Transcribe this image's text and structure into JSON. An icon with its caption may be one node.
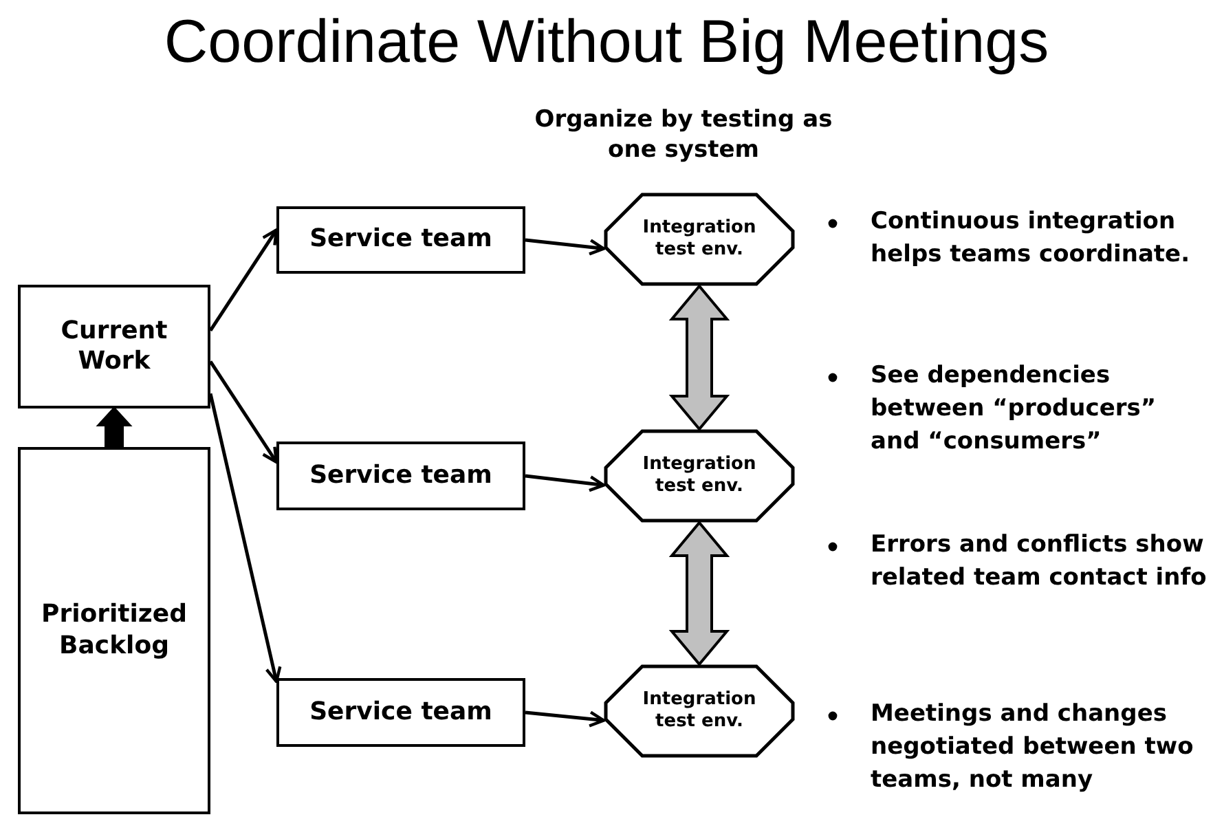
{
  "diagram": {
    "title": "Coordinate Without Big Meetings",
    "nodes": [
      {
        "text": [
          "Current Work"
        ]
      },
      {
        "text": [
          "Prioritized Backlog"
        ]
      },
      {
        "text": [
          "Service team"
        ]
      },
      {
        "text": [
          "Integration test env."
        ]
      },
      {
        "text": [
          "Service team"
        ]
      },
      {
        "text": [
          "Integration test env."
        ]
      },
      {
        "text": [
          "Service team"
        ]
      },
      {
        "text": [
          "Integration test env."
        ]
      }
    ],
    "edges": [
      {
        "from": 1,
        "to": 0,
        "arrow": "to",
        "style": "thick"
      },
      {
        "from": 0,
        "to": 2,
        "arrow": "to"
      },
      {
        "from": 0,
        "to": 4,
        "arrow": "to"
      },
      {
        "from": 0,
        "to": 6,
        "arrow": "to"
      },
      {
        "from": 2,
        "to": 3,
        "arrow": "to"
      },
      {
        "from": 4,
        "to": 5,
        "arrow": "to"
      },
      {
        "from": 6,
        "to": 7,
        "arrow": "to"
      },
      {
        "from": 3,
        "to": 5,
        "arrow": "both",
        "style": "thick",
        "color": "#c0c0c0"
      },
      {
        "from": 5,
        "to": 7,
        "arrow": "both",
        "style": "thick",
        "color": "#c0c0c0"
      }
    ],
    "labels": [
      "Organize by testing as one system",
      "Continuous integration helps teams coordinate.",
      "See dependencies between “producers” and “consumers”",
      "Errors and conflicts show related team contact info",
      "Meetings and changes negotiated between two teams, not many"
    ]
  }
}
